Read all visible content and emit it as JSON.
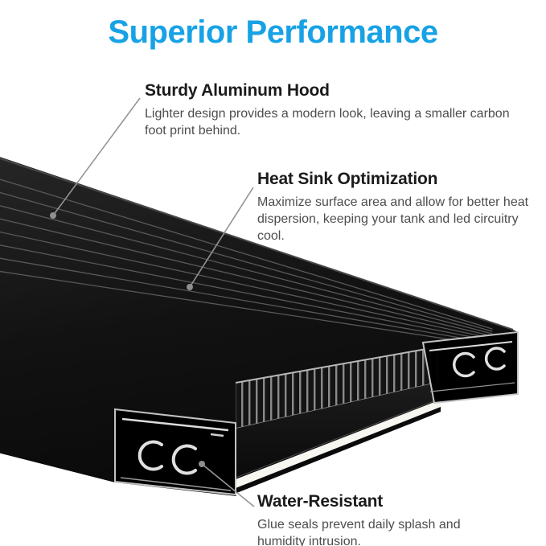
{
  "page": {
    "background": "#ffffff"
  },
  "title": {
    "text": "Superior Performance",
    "color": "#17A2E6"
  },
  "callouts": {
    "hood": {
      "heading": "Sturdy Aluminum Hood",
      "body": "Lighter design provides a modern look, leaving a smaller carbon foot print behind."
    },
    "heatsink": {
      "heading": "Heat Sink Optimization",
      "body": "Maximize surface area and allow for better heat dispersion, keeping your tank and led circuitry cool."
    },
    "water": {
      "heading": "Water-Resistant",
      "body": "Glue seals prevent daily splash and humidity intrusion."
    }
  },
  "illustration": {
    "name": "aluminum-led-light-fixture-cross-section",
    "colors": {
      "fixture_body": "#0e0e0e",
      "edge_highlight": "#cccccc",
      "led_diffuser": "#f8f6f1",
      "heatsink_fin": "#808080",
      "leader_line": "#949494",
      "ridge_line": "#606060"
    }
  }
}
